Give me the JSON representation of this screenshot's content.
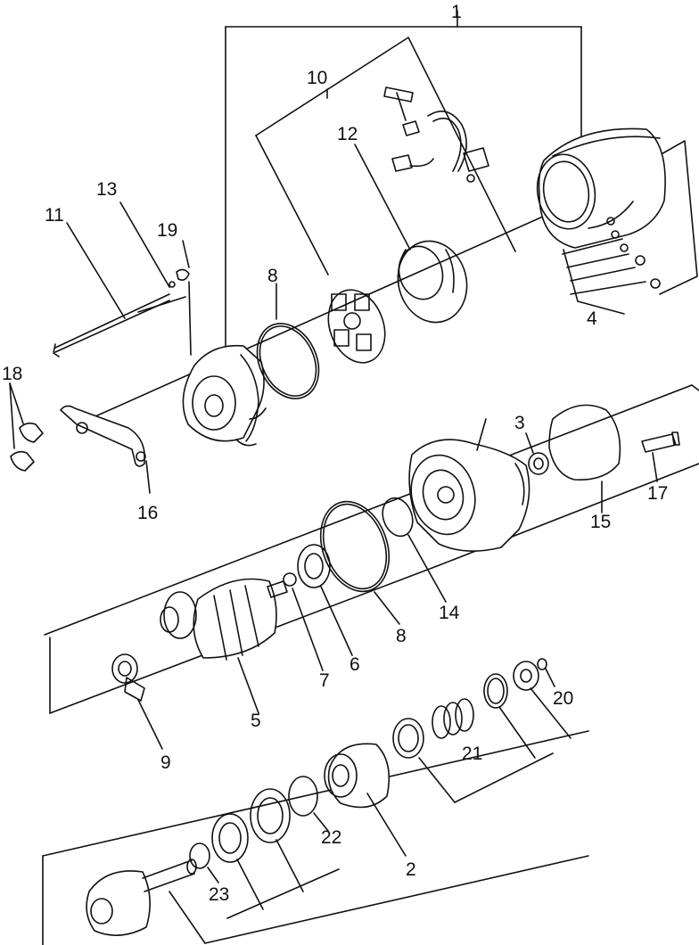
{
  "diagram": {
    "ink_color": "#111111",
    "paper_color": "#ffffff",
    "callouts": [
      {
        "id": "c1",
        "text": "1"
      },
      {
        "id": "c10",
        "text": "10"
      },
      {
        "id": "c12",
        "text": "12"
      },
      {
        "id": "c13",
        "text": "13"
      },
      {
        "id": "c11",
        "text": "11"
      },
      {
        "id": "c19",
        "text": "19"
      },
      {
        "id": "c8a",
        "text": "8"
      },
      {
        "id": "c4",
        "text": "4"
      },
      {
        "id": "c18",
        "text": "18"
      },
      {
        "id": "c16",
        "text": "16"
      },
      {
        "id": "c3",
        "text": "3"
      },
      {
        "id": "c17",
        "text": "17"
      },
      {
        "id": "c15",
        "text": "15"
      },
      {
        "id": "c14",
        "text": "14"
      },
      {
        "id": "c8b",
        "text": "8"
      },
      {
        "id": "c6",
        "text": "6"
      },
      {
        "id": "c7",
        "text": "7"
      },
      {
        "id": "c5",
        "text": "5"
      },
      {
        "id": "c9",
        "text": "9"
      },
      {
        "id": "c20",
        "text": "20"
      },
      {
        "id": "c21",
        "text": "21"
      },
      {
        "id": "c22",
        "text": "22"
      },
      {
        "id": "c2",
        "text": "2"
      },
      {
        "id": "c23",
        "text": "23"
      }
    ]
  }
}
